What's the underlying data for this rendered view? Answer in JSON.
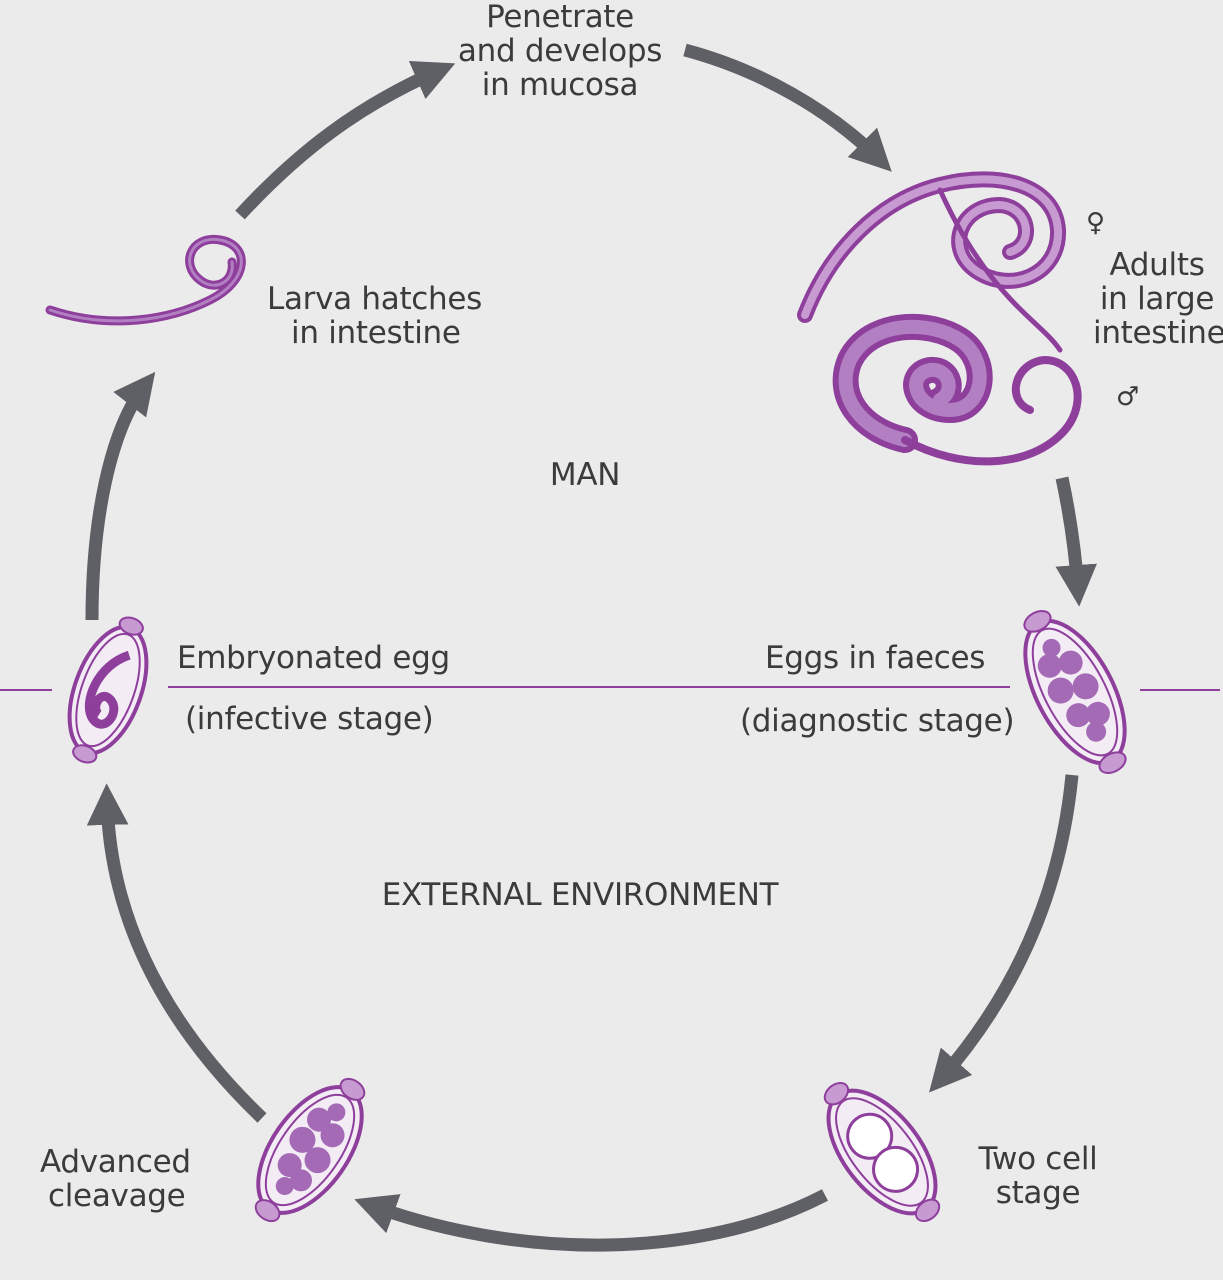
{
  "stages": {
    "penetrate": [
      "Penetrate",
      "and develops",
      "in mucosa"
    ],
    "adults": [
      "Adults",
      "in large",
      "intestine"
    ],
    "larva": [
      "Larva hatches",
      "in intestine"
    ],
    "eggs_faeces": [
      "Eggs in faeces",
      "(diagnostic stage)"
    ],
    "embryonated": [
      "Embryonated egg",
      "(infective stage)"
    ],
    "two_cell": [
      "Two cell",
      "stage"
    ],
    "advanced": [
      "Advanced",
      "cleavage"
    ]
  },
  "regions": {
    "man": "MAN",
    "external": "EXTERNAL ENVIRONMENT"
  },
  "symbols": {
    "female": "♀",
    "male": "♂"
  },
  "colors": {
    "background": "#ebebeb",
    "arrow": "#5f6066",
    "worm": "#8e3f9c",
    "worm_fill": "#b27fc2",
    "egg_inner": "#f3ecf5",
    "text": "#3b3b3b"
  }
}
